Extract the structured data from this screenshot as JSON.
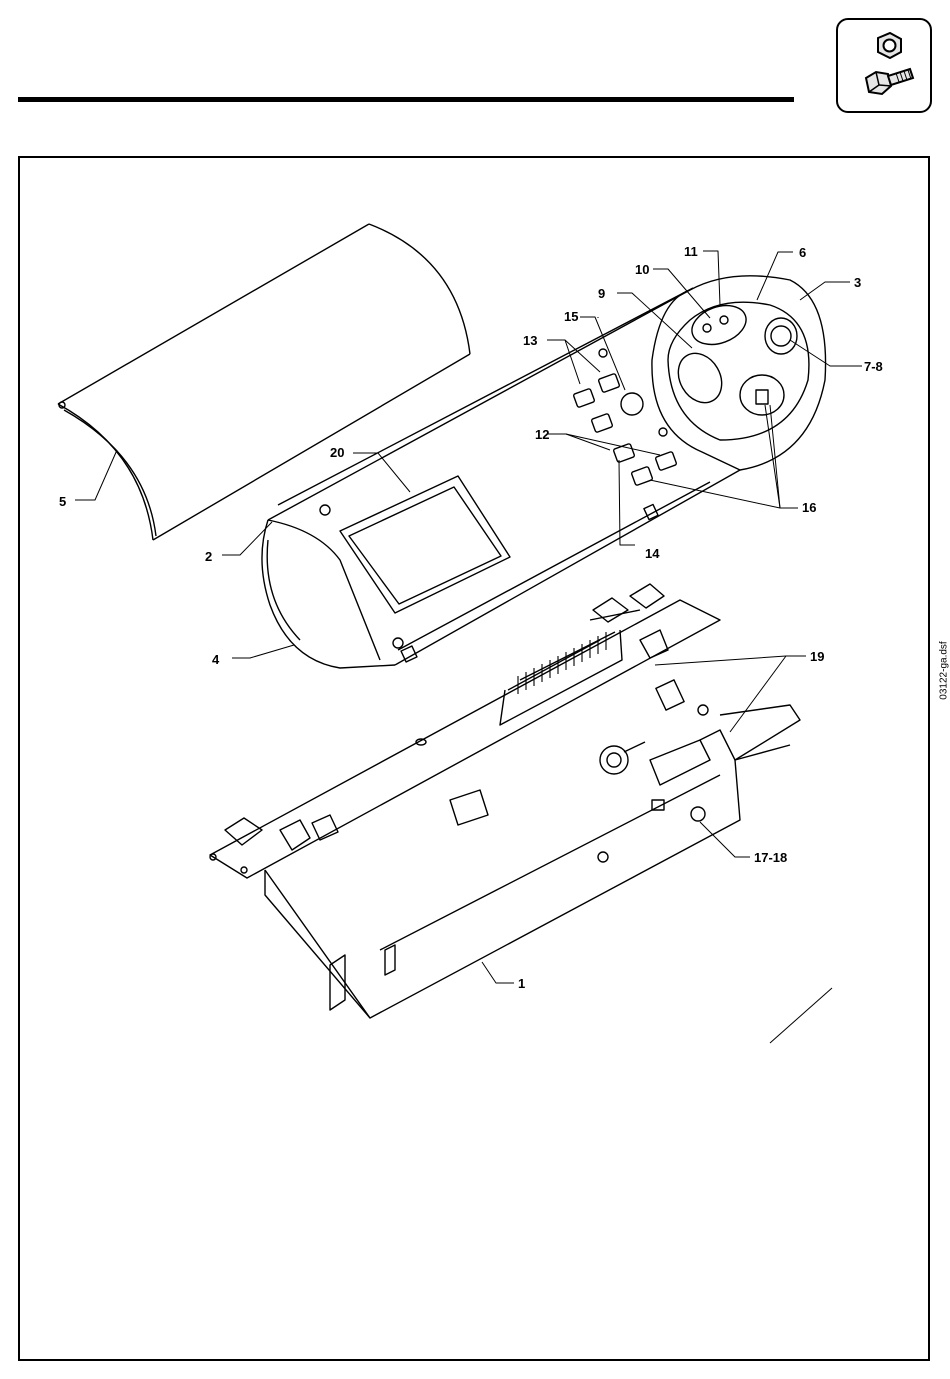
{
  "drawing": {
    "file_ref": "03122-ga.dsf",
    "callouts": {
      "c1": "1",
      "c2": "2",
      "c3": "3",
      "c4": "4",
      "c5": "5",
      "c6": "6",
      "c78": "7-8",
      "c9": "9",
      "c10": "10",
      "c11": "11",
      "c12": "12",
      "c13": "13",
      "c14": "14",
      "c15": "15",
      "c16": "16",
      "c1718": "17-18",
      "c19": "19",
      "c20": "20"
    }
  },
  "icons": {
    "hardware": "nut-and-bolt-icon"
  }
}
